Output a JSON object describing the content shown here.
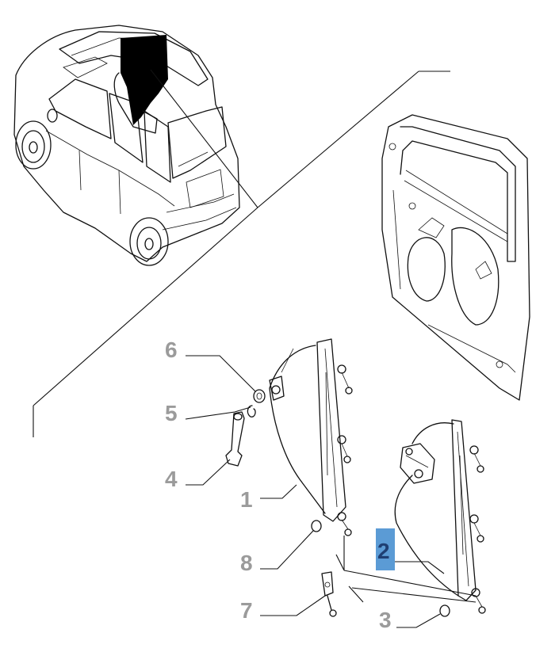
{
  "callouts": [
    {
      "id": "1",
      "label": "1",
      "highlighted": false
    },
    {
      "id": "2",
      "label": "2",
      "highlighted": true
    },
    {
      "id": "3",
      "label": "3",
      "highlighted": false
    },
    {
      "id": "4",
      "label": "4",
      "highlighted": false
    },
    {
      "id": "5",
      "label": "5",
      "highlighted": false
    },
    {
      "id": "6",
      "label": "6",
      "highlighted": false
    },
    {
      "id": "7",
      "label": "7",
      "highlighted": false
    },
    {
      "id": "8",
      "label": "8",
      "highlighted": false
    }
  ],
  "colors": {
    "line": "#111111",
    "callout_text": "#9b9b9b",
    "highlight_box": "#5b9bd5",
    "highlight_text": "#1f3f73",
    "door_fill": "#000000"
  }
}
